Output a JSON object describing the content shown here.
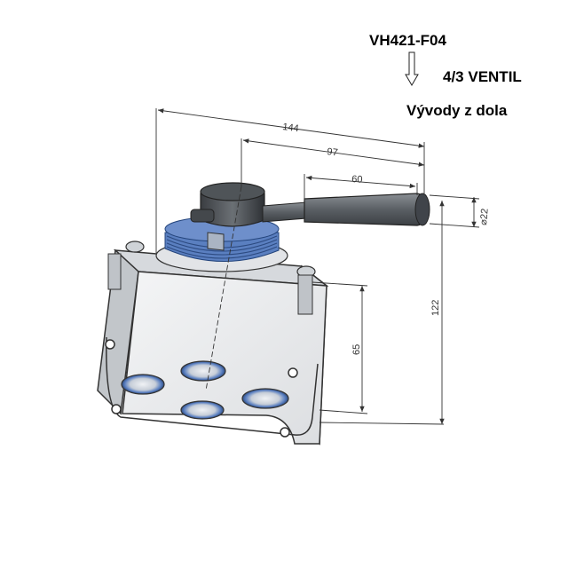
{
  "header": {
    "model": "VH421-F04",
    "valve_type": "4/3 VENTIL",
    "ports": "Vývody z dola"
  },
  "dimensions": {
    "overall_width": "144",
    "to_handle_end": "97",
    "handle_length": "60",
    "handle_diameter": "⌀22",
    "total_height": "122",
    "body_height": "65"
  },
  "colors": {
    "thread_blue": "#5a7fc0",
    "body_gray": "#e9eaec",
    "outline": "#333333",
    "handle_dark": "#555a5f"
  }
}
